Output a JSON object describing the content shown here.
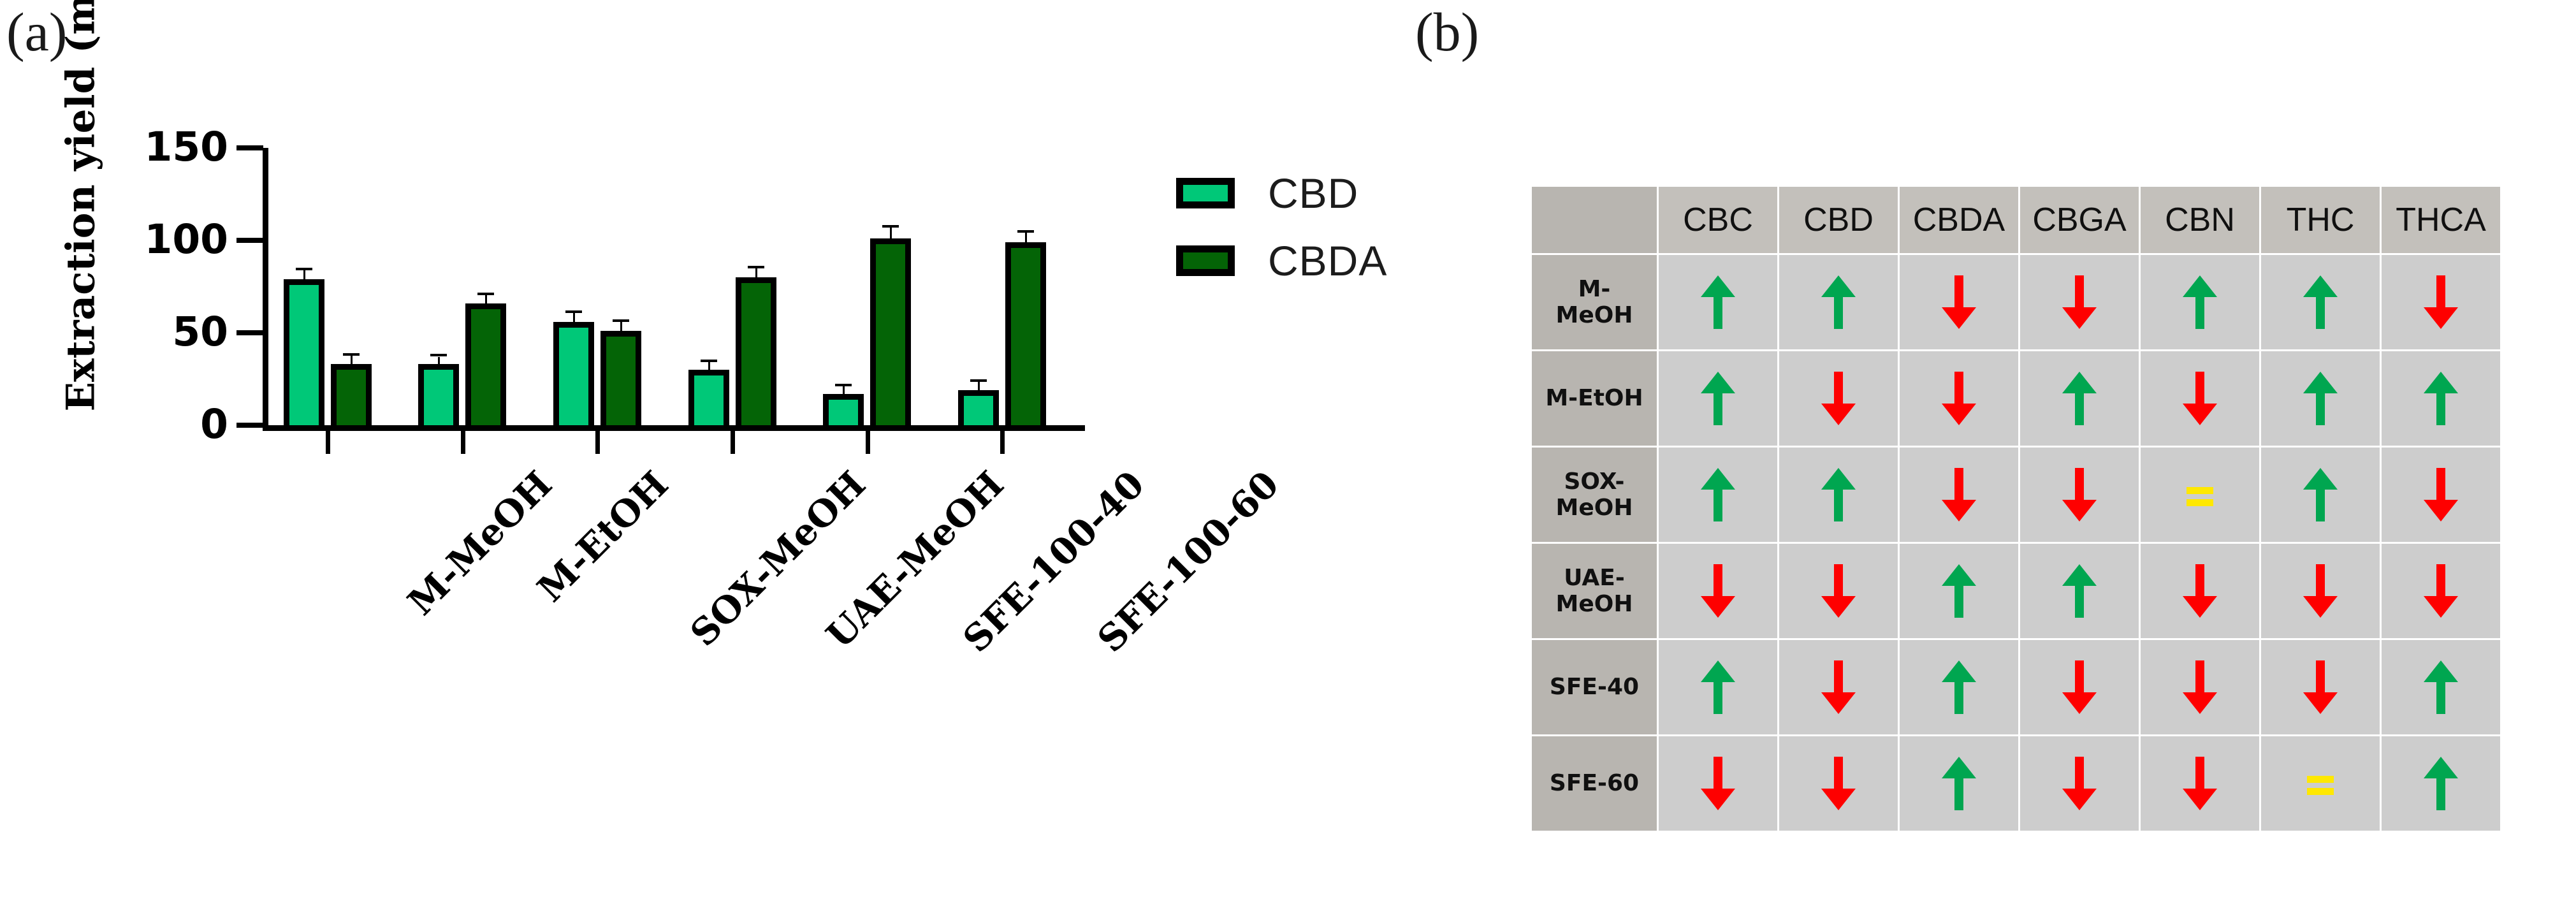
{
  "panels": {
    "a_label": "(a)",
    "b_label": "(b)"
  },
  "colors": {
    "cbd": "#00c878",
    "cbda": "#046406",
    "arrow_up": "#00a650",
    "arrow_down": "#fe0000",
    "arrow_equal": "#ffe800",
    "table_header_bg": "#c3c0bb",
    "table_rowhead_bg": "#b8b5b0",
    "table_cell_bg": "#cdcdcd"
  },
  "chart_data": {
    "type": "bar",
    "title": "",
    "xlabel": "",
    "ylabel": "Extraction yield (mg/g)",
    "ylim": [
      0,
      150
    ],
    "yticks": [
      0,
      50,
      100,
      150
    ],
    "ytick_labels": [
      "0",
      "50",
      "100",
      "150"
    ],
    "grid": false,
    "legend_position": "right",
    "categories": [
      "M-MeOH",
      "M-EtOH",
      "SOX-MeOH",
      "UAE-MeOH",
      "SFE-100-40",
      "SFE-100-60"
    ],
    "series": [
      {
        "name": "CBD",
        "color": "#00c878",
        "values": [
          79,
          33,
          56,
          30,
          17,
          19
        ],
        "errors": [
          1.0,
          0.6,
          0.9,
          0.7,
          0.6,
          0.7
        ]
      },
      {
        "name": "CBDA",
        "color": "#046406",
        "values": [
          33,
          66,
          51,
          80,
          101,
          99
        ],
        "errors": [
          0.8,
          0.8,
          0.9,
          1.0,
          1.4,
          1.1
        ]
      }
    ]
  },
  "legend": {
    "items": [
      {
        "label": "CBD",
        "color": "#00c878"
      },
      {
        "label": "CBDA",
        "color": "#046406"
      }
    ]
  },
  "table": {
    "corner_label": "",
    "columns": [
      "CBC",
      "CBD",
      "CBDA",
      "CBGA",
      "CBN",
      "THC",
      "THCA"
    ],
    "rows": [
      {
        "label": "M-MeOH",
        "label_lines": [
          "M-",
          "MeOH"
        ],
        "cells": [
          "up",
          "up",
          "down",
          "down",
          "up",
          "up",
          "down"
        ]
      },
      {
        "label": "M-EtOH",
        "label_lines": [
          "M-EtOH"
        ],
        "cells": [
          "up",
          "down",
          "down",
          "up",
          "down",
          "up",
          "up"
        ]
      },
      {
        "label": "SOX-MeOH",
        "label_lines": [
          "SOX-",
          "MeOH"
        ],
        "cells": [
          "up",
          "up",
          "down",
          "down",
          "equal",
          "up",
          "down"
        ]
      },
      {
        "label": "UAE-MeOH",
        "label_lines": [
          "UAE-",
          "MeOH"
        ],
        "cells": [
          "down",
          "down",
          "up",
          "up",
          "down",
          "down",
          "down"
        ]
      },
      {
        "label": "SFE-40",
        "label_lines": [
          "SFE-40"
        ],
        "cells": [
          "up",
          "down",
          "up",
          "down",
          "down",
          "down",
          "up"
        ]
      },
      {
        "label": "SFE-60",
        "label_lines": [
          "SFE-60"
        ],
        "cells": [
          "down",
          "down",
          "up",
          "down",
          "down",
          "equal",
          "up"
        ]
      }
    ]
  }
}
